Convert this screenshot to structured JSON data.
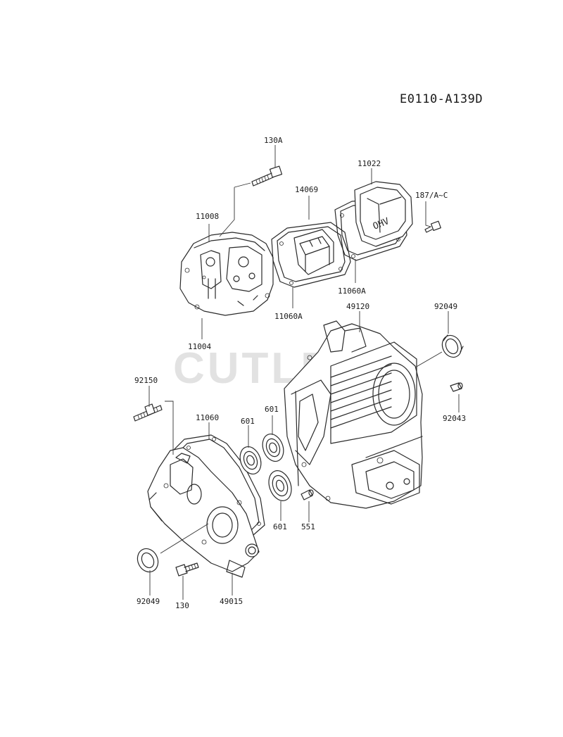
{
  "drawing": {
    "code": "E0110-A139D",
    "watermark": "CUTLERS"
  },
  "labels": [
    {
      "id": "130a",
      "text": "130A"
    },
    {
      "id": "11022",
      "text": "11022"
    },
    {
      "id": "14069",
      "text": "14069"
    },
    {
      "id": "187ac",
      "text": "187/A~C"
    },
    {
      "id": "11008",
      "text": "11008"
    },
    {
      "id": "11060a-right",
      "text": "11060A"
    },
    {
      "id": "11060a-left",
      "text": "11060A"
    },
    {
      "id": "49120",
      "text": "49120"
    },
    {
      "id": "92049-top",
      "text": "92049"
    },
    {
      "id": "11004",
      "text": "11004"
    },
    {
      "id": "92150",
      "text": "92150"
    },
    {
      "id": "11060",
      "text": "11060"
    },
    {
      "id": "601-top",
      "text": "601"
    },
    {
      "id": "601-mid",
      "text": "601"
    },
    {
      "id": "92043",
      "text": "92043"
    },
    {
      "id": "601-bottom",
      "text": "601"
    },
    {
      "id": "551",
      "text": "551"
    },
    {
      "id": "92049-bottom",
      "text": "92049"
    },
    {
      "id": "130",
      "text": "130"
    },
    {
      "id": "49015",
      "text": "49015"
    }
  ]
}
